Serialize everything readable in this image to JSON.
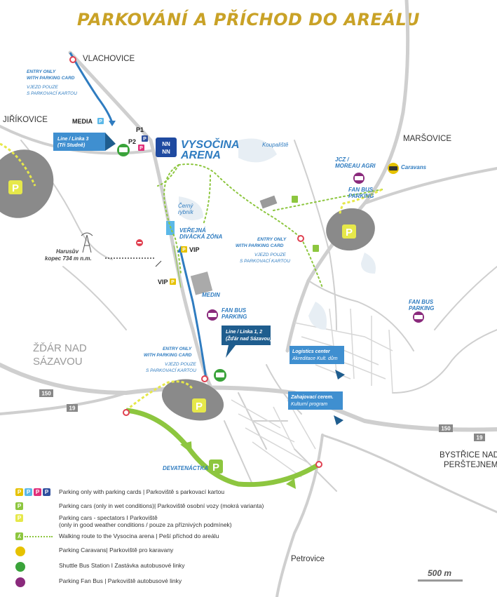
{
  "title": "PARKOVÁNÍ A PŘÍCHOD DO AREÁLU",
  "colors": {
    "title": "#c9a227",
    "road": "#cfcfcf",
    "route_blue": "#2f7cc0",
    "route_green": "#8dc63f",
    "route_yellow": "#e6e84a",
    "parking_gray": "#8a8a8a",
    "fanbus_purple": "#8a2a7c",
    "shuttle_green": "#3aa33a",
    "callout_blue": "#3f8fd0",
    "callout_dark": "#1f5d8e"
  },
  "places": {
    "vlachovice": "VLACHOVICE",
    "jirikovice": "JIŘÍKOVICE",
    "marsovice": "MARŠOVICE",
    "zdar_line1": "ŽĎÁR NAD",
    "zdar_line2": "SÁZAVOU",
    "bystrice_line1": "BYSTŘICE NAD",
    "bystrice_line2": "PERŠTEJNEM",
    "petrovice": "Petrovice"
  },
  "arena": {
    "line1": "VYSOČINA",
    "line2": "ARENA"
  },
  "map_labels": {
    "media": "MEDIA",
    "p1": "P1",
    "p2": "P2",
    "koupaliste": "Koupaliště",
    "cerny_line1": "Černý",
    "cerny_line2": "rybník",
    "verejna_line1": "VEŘEJNÁ",
    "verejna_line2": "DIVÁCKÁ ZÓNA",
    "vip": "VIP",
    "medin": "MEDIN",
    "harusov_line1": "Harusův",
    "harusov_line2": "kopec 734 m n.m.",
    "devatenactka": "DEVATENÁCTKA",
    "caravans": "Caravans",
    "jcz_line1": "JCZ /",
    "jcz_line2": "MOREAU AGRI",
    "fanbus1_line1": "FAN BUS",
    "fanbus1_line2": "PARKING",
    "fanbus2_line1": "FAN BUS",
    "fanbus2_line2": "PARKING",
    "fanbus3_line1": "FAN BUS",
    "fanbus3_line2": "PARKING",
    "road_150_a": "150",
    "road_19_a": "19",
    "road_150_b": "150",
    "road_19_b": "19"
  },
  "entry_notes": {
    "north": {
      "en1": "ENTRY ONLY",
      "en2": "WITH PARKING CARD",
      "cz1": "VJEZD POUZE",
      "cz2": "S PARKOVACÍ KARTOU"
    },
    "east": {
      "en1": "ENTRY ONLY",
      "en2": "WITH PARKING CARD",
      "cz1": "VJEZD POUZE",
      "cz2": "S PARKOVACÍ KARTOU"
    },
    "south": {
      "en1": "ENTRY ONLY",
      "en2": "WITH PARKING CARD",
      "cz1": "VJEZD POUZE",
      "cz2": "S PARKOVACÍ KARTOU"
    }
  },
  "callouts": {
    "line3": {
      "l1": "Line / Linka 3",
      "l2": "(Tři Studně)"
    },
    "line12": {
      "l1": "Line / Linka 1, 2",
      "l2": "(Žďár nad Sázavou)"
    },
    "logistics": {
      "l1": "Logistics center",
      "l2": "Akreditace Kult. dům"
    },
    "ceremony": {
      "l1": "Zahajovací cerem.",
      "l2": "Kulturní program"
    }
  },
  "legend": [
    {
      "text": "Parking only with parking cards  |  Parkoviště s parkovací kartou",
      "icons": [
        "P:#e6c200",
        "P:#5bb8e8",
        "P:#e0307a",
        "P:#2f4f9e"
      ]
    },
    {
      "text": "Parking cars (only in wet conditions)|  Parkoviště osobní vozy (mokrá varianta)",
      "icons": [
        "P:#8dc63f"
      ]
    },
    {
      "text": "Parking cars - spectators  I  Parkoviště\n(only in good weather conditions / pouze za příznivých podmínek)",
      "icons": [
        "P:#e6e84a"
      ]
    },
    {
      "text": "Walking route to the Vysocina arena  |  Peší příchod do areálu",
      "icons": [
        "walk"
      ]
    },
    {
      "text": "Parking Caravans|  Parkoviště pro karavany",
      "icons": [
        "caravan"
      ]
    },
    {
      "text": "Shuttle Bus Station I Zastávka autobusové linky",
      "icons": [
        "shuttle"
      ]
    },
    {
      "text": "Parking Fan Bus  |  Parkoviště autobusové linky",
      "icons": [
        "fanbus"
      ]
    }
  ],
  "scale": "500 m",
  "icons": [
    "parking-icon",
    "walking-icon",
    "caravan-icon",
    "bus-icon",
    "no-entry-icon",
    "transmitter-icon",
    "arrow-icon"
  ]
}
